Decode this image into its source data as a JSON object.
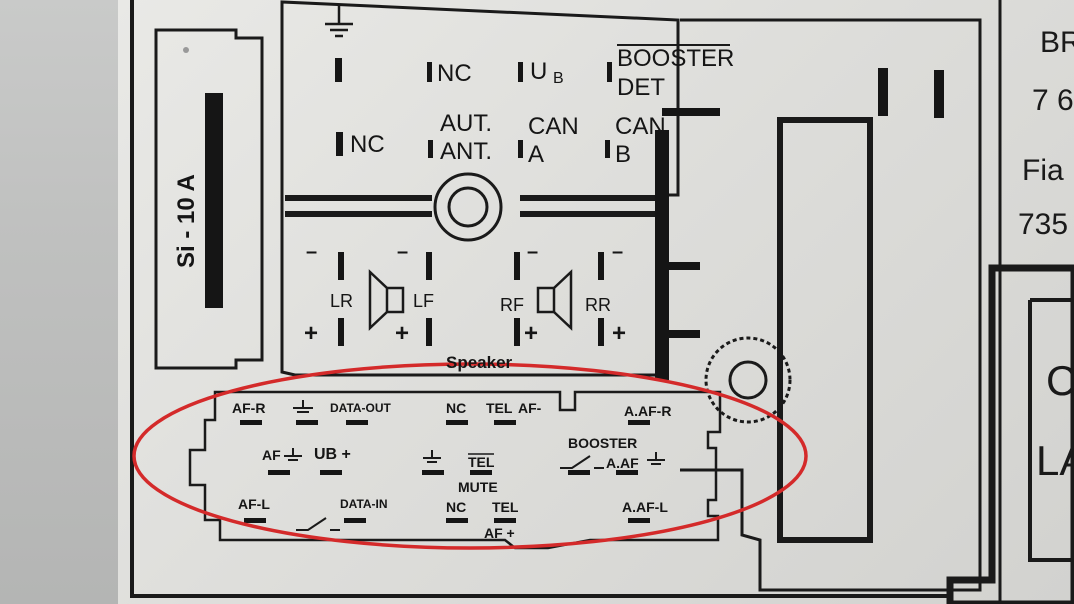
{
  "fuse": {
    "rating": "Si - 10 A"
  },
  "top_connector": {
    "row1": [
      "NC",
      "U",
      "B",
      "BOOSTER",
      "DET"
    ],
    "row2": {
      "nc": "NC",
      "aut": "AUT.",
      "ant": "ANT.",
      "can1": "CAN",
      "a": "A",
      "can2": "CAN",
      "b": "B"
    }
  },
  "speakers": {
    "lr": "LR",
    "lf": "LF",
    "rf": "RF",
    "rr": "RR",
    "minus": "–",
    "plus": "+",
    "caption": "Speaker"
  },
  "bottom_connector": {
    "af_r": "AF-R",
    "data_out": "DATA-OUT",
    "nc1": "NC",
    "tel1": "TEL",
    "af_minus": "AF-",
    "a_af_r": "A.AF-R",
    "af_gnd": "AF",
    "ub_plus": "UB +",
    "tel2": "TEL",
    "booster": "BOOSTER",
    "a_af_gnd": "A.AF",
    "mute": "MUTE",
    "af_l": "AF-L",
    "data_in": "DATA-IN",
    "nc2": "NC",
    "tel3": "TEL",
    "af_plus": "AF +",
    "a_af_l": "A.AF-L"
  },
  "side_text": {
    "line1": "BR",
    "line2": "7 6",
    "line3": "Fia",
    "line4": "735",
    "box_line1": "C",
    "box_line2": "LA"
  },
  "colors": {
    "ink": "#151515",
    "highlight": "#d42a2a",
    "plate": "#e4e4e1"
  }
}
